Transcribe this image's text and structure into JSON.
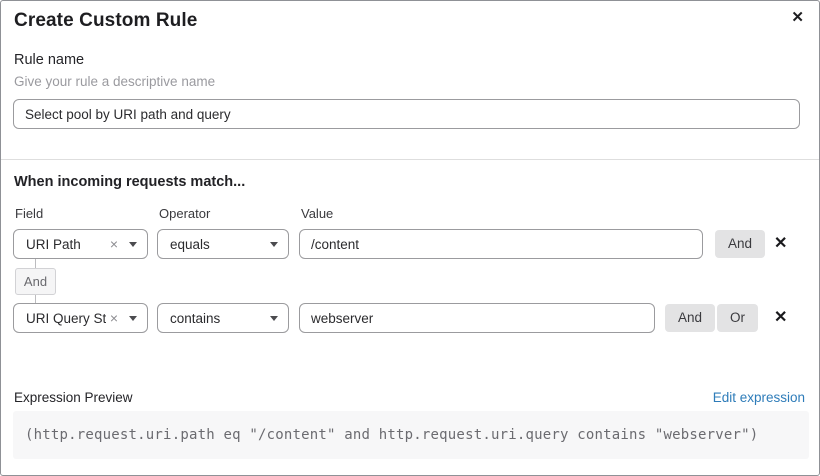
{
  "dialog": {
    "title": "Create Custom Rule",
    "close_glyph": "✕"
  },
  "rule_name": {
    "label": "Rule name",
    "helper": "Give your rule a descriptive name",
    "value": "Select pool by URI path and query"
  },
  "match": {
    "heading": "When incoming requests match...",
    "columns": {
      "field": "Field",
      "operator": "Operator",
      "value": "Value"
    },
    "connector": "And",
    "glyphs": {
      "clear": "×",
      "remove": "✕"
    },
    "rows": [
      {
        "field": "URI Path",
        "operator": "equals",
        "value": "/content",
        "buttons": [
          "And"
        ]
      },
      {
        "field": "URI Query St...",
        "operator": "contains",
        "value": "webserver",
        "buttons": [
          "And",
          "Or"
        ]
      }
    ]
  },
  "preview": {
    "label": "Expression Preview",
    "edit_link": "Edit expression",
    "expression": "(http.request.uri.path eq \"/content\" and http.request.uri.query contains \"webserver\")"
  },
  "colors": {
    "link_blue": "#2e7cb9",
    "button_gray": "#e3e3e4",
    "input_border": "#9b9b9e",
    "code_background": "#f7f7f8"
  }
}
